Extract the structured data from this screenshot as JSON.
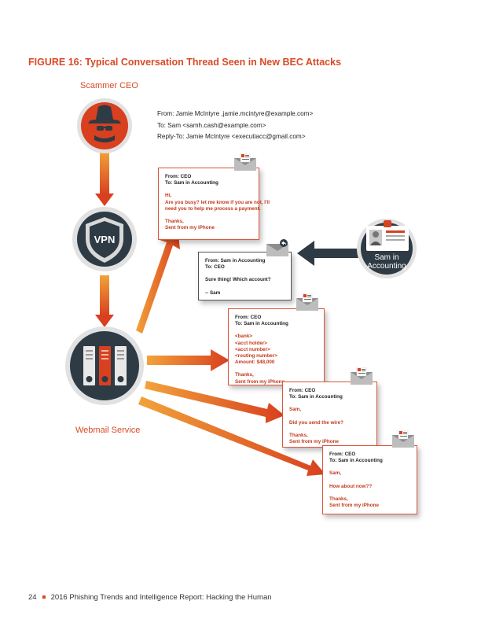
{
  "figure_title": "FIGURE 16: Typical Conversation Thread Seen in New BEC Attacks",
  "nodes": {
    "scammer": "Scammer CEO",
    "vpn": "VPN",
    "webmail": "Webmail Service",
    "sam": [
      "Sam in",
      "Accounting"
    ]
  },
  "header": [
    "From: Jamie McIntyre ,jamie.mcintyre@example.com>",
    "To: Sam <samh.cash@example.com>",
    "Reply-To: Jamie McIntyre <executiacc@gmail.com>"
  ],
  "messages": [
    {
      "from": "From: CEO",
      "to": "To: Sam in Accounting",
      "body": [
        "Hi,",
        "Are you busy? let me know if you are not, I'll",
        "need you to help me process a payment.",
        "",
        "Thanks,",
        "Sent from my iPhone"
      ]
    },
    {
      "from": "From: Sam in Accounting",
      "to": "To: CEO",
      "body": [
        "Sure thing! Which account?",
        "",
        "-- Sam"
      ]
    },
    {
      "from": "From: CEO",
      "to": "To: Sam in Accounting",
      "body": [
        "<bank>",
        "<acct holder>",
        "<acct number>",
        "<routing number>",
        "Amount: $48,000",
        "",
        "Thanks,",
        "Sent from my iPhone"
      ]
    },
    {
      "from": "From: CEO",
      "to": "To: Sam in Accounting",
      "body": [
        "Sam,",
        "",
        "Did you send the wire?",
        "",
        "Thanks,",
        "Sent from my iPhone"
      ]
    },
    {
      "from": "From: CEO",
      "to": "To: Sam in Accounting",
      "body": [
        "Sam,",
        "",
        "How about now??",
        "",
        "Thanks,",
        "Sent from my iPhone"
      ]
    }
  ],
  "footer": {
    "page": "24",
    "text": "2016 Phishing Trends and Intelligence Report: Hacking the Human"
  },
  "colors": {
    "accent": "#d84a26",
    "dark": "#2e3a44"
  }
}
